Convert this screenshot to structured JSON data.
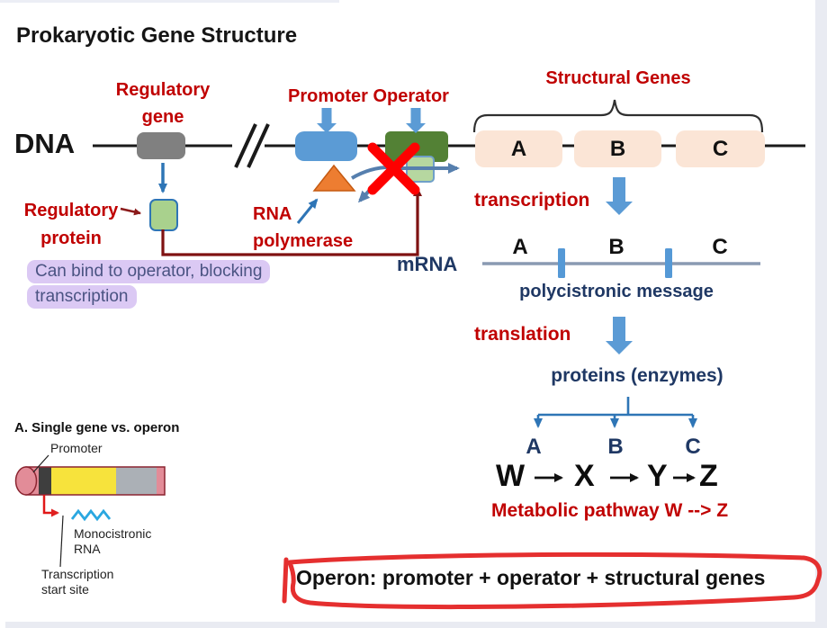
{
  "page": {
    "title": "Prokaryotic Gene Structure",
    "dna_label": "DNA",
    "regulatory_gene": {
      "line1": "Regulatory",
      "line2": "gene"
    },
    "promoter_operator": "Promoter Operator",
    "structural_genes": "Structural Genes",
    "regulatory_protein": {
      "line1": "Regulatory",
      "line2": "protein"
    },
    "rna_polymerase": {
      "line1": "RNA",
      "line2": "polymerase"
    },
    "note": {
      "line1": "Can bind to operator, blocking",
      "line2": "transcription"
    },
    "mrna_label": "mRNA",
    "transcription_label": "transcription",
    "polycistronic_label": "polycistronic message",
    "translation_label": "translation",
    "proteins_label": "proteins (enzymes)",
    "metabolic_label": "Metabolic pathway W --> Z",
    "operon_definition": "Operon: promoter + operator + structural genes",
    "dna_genes": [
      "A",
      "B",
      "C"
    ],
    "mrna_genes": [
      "A",
      "B",
      "C"
    ],
    "enzyme_letters": [
      "A",
      "B",
      "C"
    ],
    "pathway_letters": [
      "W",
      "X",
      "Y",
      "Z"
    ],
    "inset": {
      "heading": "A. Single gene vs. operon",
      "promoter_label": "Promoter",
      "rna": {
        "line1": "Monocistronic",
        "line2": "RNA"
      },
      "tss": {
        "line1": "Transcription",
        "line2": "start site"
      }
    },
    "colors": {
      "accent_red": "#C00000",
      "navy": "#1F3864",
      "box_blue": "#5B9BD5",
      "bright_blue": "#2E75B6",
      "steel_blue": "#567FAE",
      "operator_green": "#538135",
      "protein_green": "#A9D18D",
      "peach": "#FBE5D6",
      "gray_box": "#808080",
      "orange": "#ED7D31",
      "dark_red_line": "#7F1212",
      "x_red": "#FF0000",
      "highlight": "#DBC9F4",
      "circle_red": "#E52F2F"
    }
  }
}
